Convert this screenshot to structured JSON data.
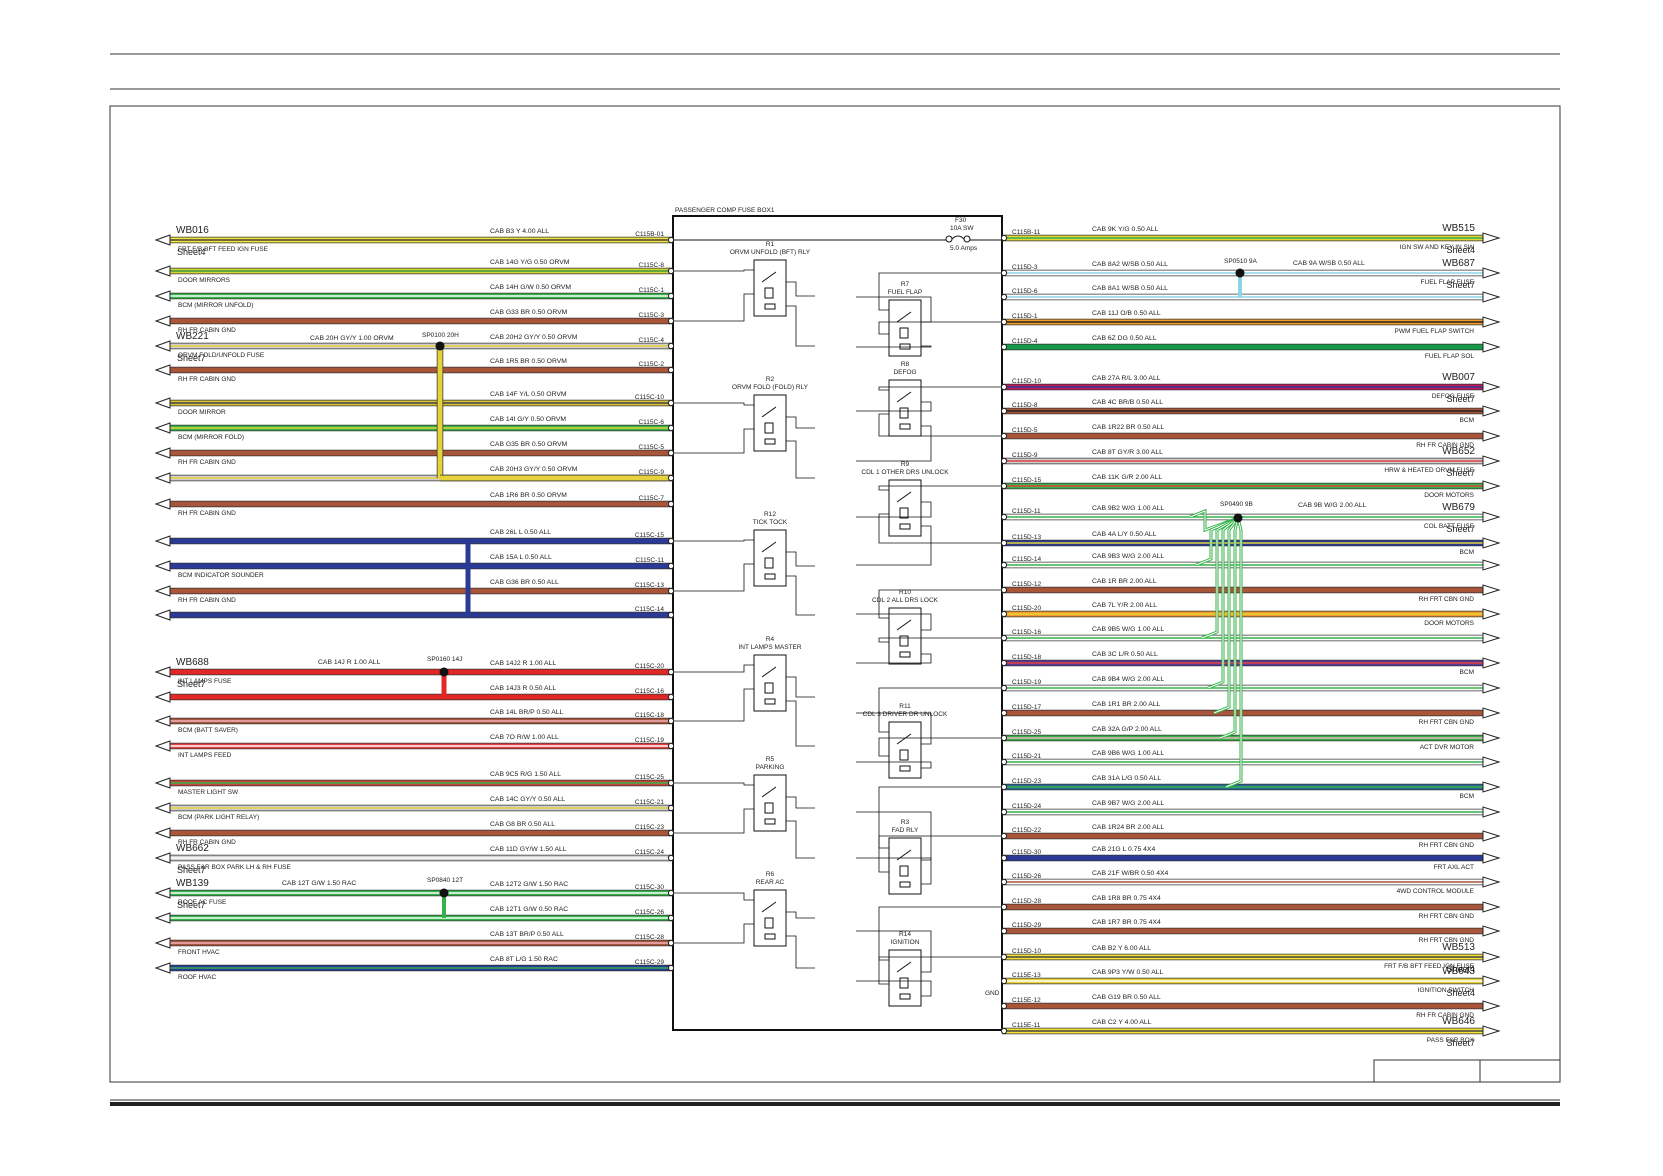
{
  "fusebox": {
    "title": "PASSENGER COMP FUSE BOX1",
    "fuse": {
      "id": "F30",
      "rating": "10A SW",
      "amps": "5.0 Amps"
    },
    "gnd_label": "GND"
  },
  "left_wires": [
    {
      "spec": "CAB    B3 Y 4.00 ALL",
      "pin": "C115B-01",
      "dest": "FRT F/B BFT FEED IGN FUSE",
      "wb": "WB016",
      "sheet": "Sheet4",
      "colors": [
        "#f5e23a",
        "#444444"
      ]
    },
    {
      "spec": "CAB    14G Y/G 0.50 ORVM",
      "pin": "C115C-8",
      "dest": "DOOR MIRRORS",
      "colors": [
        "#d7d53a",
        "#3a9a3a"
      ]
    },
    {
      "spec": "CAB    14H G/W 0.50 ORVM",
      "pin": "C115C-1",
      "dest": "BCM (MIRROR UNFOLD)",
      "colors": [
        "#34b34a",
        "#ffffff"
      ]
    },
    {
      "spec": "CAB    G33 BR 0.50 ORVM",
      "pin": "C115C-3",
      "dest": "RH FR CABIN GND",
      "colors": [
        "#a9553a"
      ]
    },
    {
      "spec": "CAB    20H2 GY/Y 0.50 ORVM",
      "pin": "C115C-4",
      "dest": "ORVM FOLD/UNFOLD FUSE",
      "wb": "WB221",
      "sheet": "Sheet7",
      "colors": [
        "#cfcfcf",
        "#e6d23a"
      ]
    },
    {
      "spec": "CAB    1R5 BR 0.50 ORVM",
      "pin": "C115C-2",
      "dest": "RH FR CABIN GND",
      "colors": [
        "#a9553a"
      ]
    },
    {
      "spec": "CAB    14F Y/L 0.50 ORVM",
      "pin": "C115C-10",
      "dest": "DOOR MIRROR",
      "colors": [
        "#d7c23a",
        "#444444"
      ]
    },
    {
      "spec": "CAB    14I G/Y 0.50 ORVM",
      "pin": "C115C-6",
      "dest": "BCM (MIRROR FOLD)",
      "colors": [
        "#34b34a",
        "#e6d23a"
      ]
    },
    {
      "spec": "CAB    G35 BR 0.50 ORVM",
      "pin": "C115C-5",
      "dest": "RH FR CABIN GND",
      "colors": [
        "#a9553a"
      ]
    },
    {
      "spec": "CAB    20H3 GY/Y 0.50 ORVM",
      "pin": "C115C-9",
      "dest": "",
      "colors": [
        "#cfcfcf",
        "#e6d23a"
      ]
    },
    {
      "spec": "CAB    1R6 BR 0.50 ORVM",
      "pin": "C115C-7",
      "dest": "RH FR CABIN GND",
      "colors": [
        "#a9553a"
      ]
    },
    {
      "spec": "CAB    26L L 0.50 ALL",
      "pin": "C115C-15",
      "dest": "",
      "colors": [
        "#2a3a96"
      ]
    },
    {
      "spec": "CAB    15A L 0.50 ALL",
      "pin": "C115C-11",
      "dest": "BCM INDICATOR SOUNDER",
      "colors": [
        "#2a3a96"
      ]
    },
    {
      "spec": "CAB    G36 BR 0.50 ALL",
      "pin": "C115C-13",
      "dest": "RH FR CABIN GND",
      "colors": [
        "#a9553a"
      ]
    },
    {
      "spec": "",
      "pin": "C115C-14",
      "dest": "",
      "colors": [
        "#2a3a96"
      ]
    },
    {
      "spec": "CAB    14J2 R 1.00 ALL",
      "pin": "C115C-20",
      "dest": "INT LAMPS FUSE",
      "wb": "WB688",
      "sheet": "Sheet7",
      "colors": [
        "#e32626"
      ]
    },
    {
      "spec": "CAB    14J3 R 0.50 ALL",
      "pin": "C115C-16",
      "dest": "",
      "colors": [
        "#e32626"
      ]
    },
    {
      "spec": "CAB    14L BR/P 0.50 ALL",
      "pin": "C115C-18",
      "dest": "BCM (BATT SAVER)",
      "colors": [
        "#a9553a",
        "#f3b3c3"
      ]
    },
    {
      "spec": "CAB    7O R/W 1.00 ALL",
      "pin": "C115C-19",
      "dest": "INT LAMPS FEED",
      "colors": [
        "#e34040",
        "#ffffff"
      ]
    },
    {
      "spec": "CAB    9C5 R/G 1.50 ALL",
      "pin": "C115C-25",
      "dest": "MASTER LIGHT SW",
      "colors": [
        "#c8463a",
        "#34b34a"
      ]
    },
    {
      "spec": "CAB    14C GY/Y 0.50 ALL",
      "pin": "C115C-21",
      "dest": "BCM (PARK LIGHT RELAY)",
      "colors": [
        "#cfcfcf",
        "#e6d23a"
      ]
    },
    {
      "spec": "CAB    G8 BR 0.50 ALL",
      "pin": "C115C-23",
      "dest": "RH FR CABIN GND",
      "colors": [
        "#a9553a"
      ]
    },
    {
      "spec": "CAB    11D GY/W 1.50 ALL",
      "pin": "C115C-24",
      "dest": "PASS F&R BOX PARK LH & RH FUSE",
      "wb": "WB662",
      "sheet": "Sheet7",
      "colors": [
        "#cfcfcf",
        "#ffffff"
      ]
    },
    {
      "spec": "CAB    12T2 G/W 1.50 RAC",
      "pin": "C115C-30",
      "dest": "ROOF AC FUSE",
      "wb": "WB139",
      "sheet": "Sheet7",
      "colors": [
        "#34b34a",
        "#ffffff"
      ]
    },
    {
      "spec": "CAB    12T1 G/W 0.50 RAC",
      "pin": "C115C-26",
      "dest": "",
      "colors": [
        "#34b34a",
        "#ffffff"
      ]
    },
    {
      "spec": "CAB    13T BR/P 0.50 ALL",
      "pin": "C115C-28",
      "dest": "FRONT HVAC",
      "colors": [
        "#a9553a",
        "#f3b3c3"
      ]
    },
    {
      "spec": "CAB    8T L/G 1.50 RAC",
      "pin": "C115C-29",
      "dest": "ROOF HVAC",
      "colors": [
        "#2a3a96",
        "#34b34a"
      ]
    }
  ],
  "left_extra_specs": [
    "CAB    20H GY/Y 1.00 ORVM",
    "CAB    14J R 1.00 ALL",
    "CAB    12T G/W 1.50 RAC"
  ],
  "right_wires": [
    {
      "spec": "CAB    9K Y/G 0.50 ALL",
      "pin": "C115B-11",
      "dest": "IGN SW AND KEY IN SW",
      "wb": "WB515",
      "sheet": "Sheet4",
      "colors": [
        "#e6d23a",
        "#34b34a"
      ]
    },
    {
      "spec": "CAB    8A2 W/SB 0.50 ALL",
      "pin": "C115D-3",
      "dest": "FUEL FLAP FUSE",
      "wb": "WB687",
      "sheet": "Sheet7",
      "colors": [
        "#ffffff",
        "#8fd3e8"
      ]
    },
    {
      "spec": "CAB    8A1 W/SB 0.50 ALL",
      "pin": "C115D-6",
      "dest": "",
      "colors": [
        "#ffffff",
        "#8fd3e8"
      ]
    },
    {
      "spec": "CAB    11J O/B 0.50 ALL",
      "pin": "C115D-1",
      "dest": "PWM FUEL FLAP SWITCH",
      "colors": [
        "#f39c2a",
        "#222222"
      ]
    },
    {
      "spec": "CAB    6Z DG 0.50 ALL",
      "pin": "C115D-4",
      "dest": "FUEL FLAP SOL",
      "colors": [
        "#169a4a"
      ]
    },
    {
      "spec": "CAB    27A R/L 3.00 ALL",
      "pin": "C115D-10",
      "dest": "DEFOG FUSE",
      "wb": "WB007",
      "sheet": "Sheet7",
      "colors": [
        "#c2185b",
        "#2a3a96"
      ]
    },
    {
      "spec": "CAB    4C BR/B 0.50 ALL",
      "pin": "C115D-8",
      "dest": "BCM",
      "colors": [
        "#a9553a",
        "#222222"
      ]
    },
    {
      "spec": "CAB    1R22 BR 0.50 ALL",
      "pin": "C115D-5",
      "dest": "RH FR CABIN GND",
      "colors": [
        "#a9553a"
      ]
    },
    {
      "spec": "CAB    8T GY/R 3.00 ALL",
      "pin": "C115D-9",
      "dest": "HRW & HEATED ORVM FUSE",
      "wb": "WB652",
      "sheet": "Sheet7",
      "colors": [
        "#cfcfcf",
        "#e34040"
      ]
    },
    {
      "spec": "CAB    11K G/R 2.00 ALL",
      "pin": "C115D-15",
      "dest": "DOOR MOTORS",
      "colors": [
        "#34b34a",
        "#e34040"
      ]
    },
    {
      "spec": "CAB    9B2 W/G 1.00 ALL",
      "pin": "C115D-11",
      "dest": "COL BATT FUSE",
      "wb": "WB679",
      "sheet": "Sheet7",
      "colors": [
        "#ffffff",
        "#34b34a"
      ]
    },
    {
      "spec": "CAB    4A L/Y 0.50 ALL",
      "pin": "C115D-13",
      "dest": "BCM",
      "colors": [
        "#2a3a96",
        "#e6d23a"
      ]
    },
    {
      "spec": "CAB    9B3 W/G 2.00 ALL",
      "pin": "C115D-14",
      "dest": "",
      "colors": [
        "#ffffff",
        "#34b34a"
      ]
    },
    {
      "spec": "CAB    1R BR 2.00 ALL",
      "pin": "C115D-12",
      "dest": "RH FRT CBN GND",
      "colors": [
        "#a9553a"
      ]
    },
    {
      "spec": "CAB    7L Y/R 2.00 ALL",
      "pin": "C115D-20",
      "dest": "DOOR MOTORS",
      "colors": [
        "#f39c2a",
        "#e6d23a"
      ]
    },
    {
      "spec": "CAB    9B5 W/G 1.00 ALL",
      "pin": "C115D-16",
      "dest": "",
      "colors": [
        "#ffffff",
        "#34b34a"
      ]
    },
    {
      "spec": "CAB    3C L/R 0.50 ALL",
      "pin": "C115D-18",
      "dest": "BCM",
      "colors": [
        "#5a3a9a",
        "#e34040"
      ]
    },
    {
      "spec": "CAB    9B4 W/G 2.00 ALL",
      "pin": "C115D-19",
      "dest": "",
      "colors": [
        "#ffffff",
        "#34b34a"
      ]
    },
    {
      "spec": "CAB    1R1 BR 2.00 ALL",
      "pin": "C115D-17",
      "dest": "RH FRT CBN GND",
      "colors": [
        "#a9553a"
      ]
    },
    {
      "spec": "CAB    32A G/P 2.00 ALL",
      "pin": "C115D-25",
      "dest": "ACT DVR MOTOR",
      "colors": [
        "#34b34a",
        "#f3b3c3"
      ]
    },
    {
      "spec": "CAB    9B6 W/G 1.00 ALL",
      "pin": "C115D-21",
      "dest": "",
      "colors": [
        "#ffffff",
        "#34b34a"
      ]
    },
    {
      "spec": "CAB    31A L/G 0.50 ALL",
      "pin": "C115D-23",
      "dest": "BCM",
      "colors": [
        "#2a6a96",
        "#34b34a"
      ]
    },
    {
      "spec": "CAB    9B7 W/G 2.00 ALL",
      "pin": "C115D-24",
      "dest": "",
      "colors": [
        "#ffffff",
        "#34b34a"
      ]
    },
    {
      "spec": "CAB    1R24 BR 2.00 ALL",
      "pin": "C115D-22",
      "dest": "RH FRT CBN GND",
      "colors": [
        "#a9553a"
      ]
    },
    {
      "spec": "CAB    21G L 0.75 4X4",
      "pin": "C115D-30",
      "dest": "FRT AXL ACT",
      "colors": [
        "#2a3a96"
      ]
    },
    {
      "spec": "CAB    21F W/BR 0.50 4X4",
      "pin": "C115D-26",
      "dest": "4WD CONTROL MODULE",
      "colors": [
        "#ffffff",
        "#a9553a"
      ]
    },
    {
      "spec": "CAB    1R8 BR 0.75 4X4",
      "pin": "C115D-28",
      "dest": "RH FRT CBN GND",
      "colors": [
        "#a9553a"
      ]
    },
    {
      "spec": "CAB    1R7 BR 0.75 4X4",
      "pin": "C115D-29",
      "dest": "RH FRT CBN GND",
      "colors": [
        "#a9553a"
      ]
    },
    {
      "spec": "CAB    B2 Y 6.00 ALL",
      "pin": "C115D-10",
      "dest": "FRT F/B BFT FEED IGN FUSE",
      "wb": "WB513",
      "sheet": "Sheet4",
      "colors": [
        "#f5e23a",
        "#444444"
      ]
    },
    {
      "spec": "CAB    9P3 Y/W 0.50 ALL",
      "pin": "C115E-13",
      "dest": "IGNITION SWITCH",
      "wb": "WB643",
      "sheet": "Sheet4",
      "colors": [
        "#e6d23a",
        "#ffffff"
      ]
    },
    {
      "spec": "CAB    G19 BR 0.50 ALL",
      "pin": "C115E-12",
      "dest": "RH FR CABIN GND",
      "colors": [
        "#a9553a"
      ]
    },
    {
      "spec": "CAB    C2 Y 4.00 ALL",
      "pin": "C115E-11",
      "dest": "PASS F&R BOX",
      "wb": "WB646",
      "sheet": "Sheet7",
      "colors": [
        "#f5e23a",
        "#444444"
      ]
    }
  ],
  "right_extra_specs": [
    "CAB    9A W/SB 0.50 ALL",
    "CAB    9B W/G 2.00 ALL"
  ],
  "splices": [
    "SP0100 20H",
    "SP0160 14J",
    "SP0840 12T",
    "SP0510 9A",
    "SP0490 9B"
  ],
  "relays_left": [
    {
      "id": "R1",
      "name": "ORVM UNFOLD (BFT) RLY"
    },
    {
      "id": "R2",
      "name": "ORVM FOLD (FOLD) RLY"
    },
    {
      "id": "R12",
      "name": "TICK TOCK"
    },
    {
      "id": "R4",
      "name": "INT LAMPS MASTER"
    },
    {
      "id": "R5",
      "name": "PARKING"
    },
    {
      "id": "R6",
      "name": "REAR AC"
    }
  ],
  "relays_right": [
    {
      "id": "R7",
      "name": "FUEL FLAP"
    },
    {
      "id": "R8",
      "name": "DEFOG"
    },
    {
      "id": "R9",
      "name": "CDL 1 OTHER DRS UNLOCK"
    },
    {
      "id": "R10",
      "name": "CDL 2 ALL DRS LOCK"
    },
    {
      "id": "R11",
      "name": "CDL 3 DRIVER DR UNLOCK"
    },
    {
      "id": "R3",
      "name": "FAD RLY"
    },
    {
      "id": "R14",
      "name": "IGNITION"
    }
  ]
}
